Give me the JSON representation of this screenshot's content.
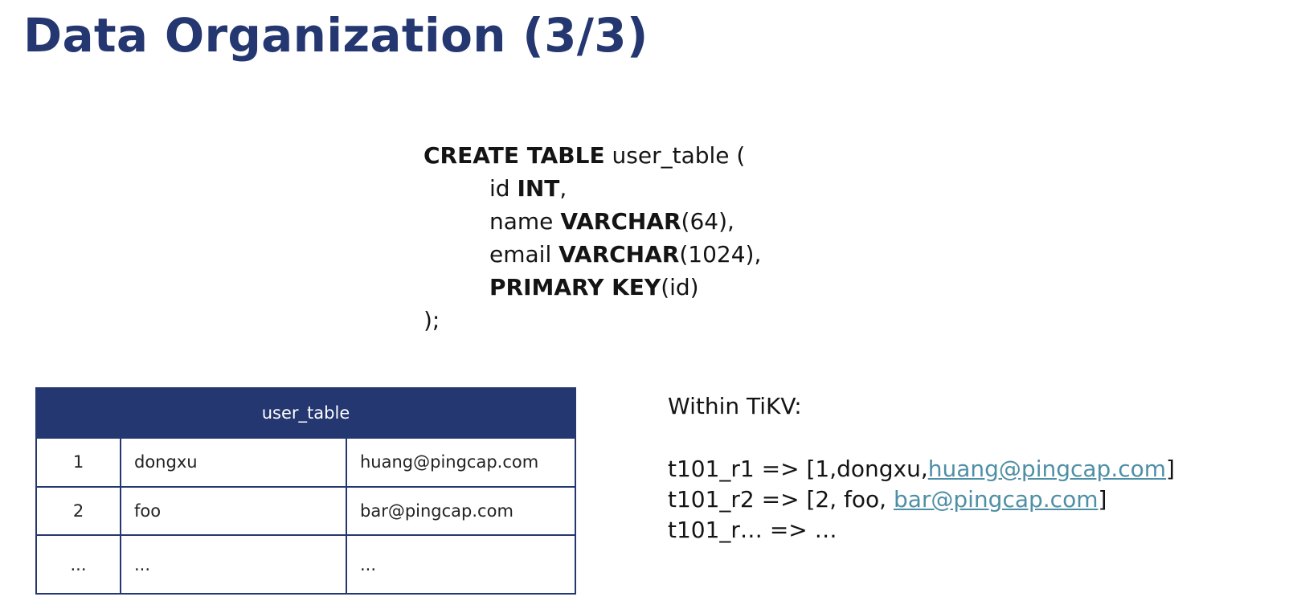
{
  "title": "Data Organization (3/3)",
  "sql": {
    "create": "CREATE TABLE",
    "table_name": " user_table (",
    "col1_name": "id ",
    "col1_type": "INT",
    "col1_end": ",",
    "col2_name": "name ",
    "col2_type": "VARCHAR",
    "col2_end": "(64),",
    "col3_name": "email ",
    "col3_type": "VARCHAR",
    "col3_end": "(1024),",
    "pk": "PRIMARY KEY",
    "pk_end": "(id)",
    "close": ");"
  },
  "table": {
    "header": "user_table",
    "rows": [
      [
        "1",
        "dongxu",
        "huang@pingcap.com"
      ],
      [
        "2",
        "foo",
        "bar@pingcap.com"
      ],
      [
        "...",
        "...",
        "..."
      ]
    ]
  },
  "kv": {
    "title": "Within TiKV:",
    "line1_prefix": "t101_r1 => [1,dongxu,",
    "line1_link": "huang@pingcap.com",
    "line1_suffix": "]",
    "line2_prefix": "t101_r2 => [2, foo, ",
    "line2_link": "bar@pingcap.com",
    "line2_suffix": "]",
    "line3": "t101_r… => …"
  },
  "colors": {
    "brand": "#253771",
    "link": "#4f8fa6"
  }
}
